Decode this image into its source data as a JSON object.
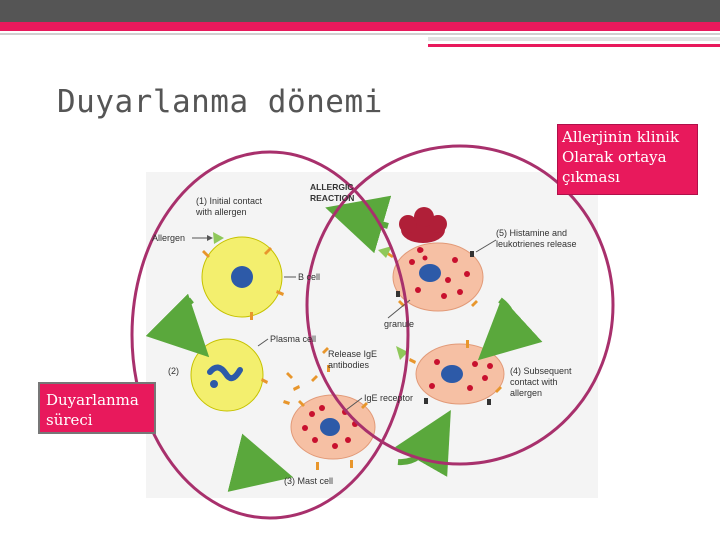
{
  "slide": {
    "title": "Duyarlanma dönemi",
    "callout_right": [
      "Allerjinin klinik",
      "Olarak ortaya",
      "çıkması"
    ],
    "callout_left": [
      "Duyarlanma",
      "süreci"
    ]
  },
  "diagram": {
    "labels": {
      "initial_contact": [
        "(1) Initial contact",
        "with allergen"
      ],
      "allergic_reaction": [
        "ALLERGIC",
        "REACTION"
      ],
      "histamine": [
        "(5) Histamine and",
        "leukotrienes release"
      ],
      "allergen": "Allergen",
      "b_cell": "B cell",
      "granule": "granule",
      "plasma_cell": "Plasma cell",
      "release_ige": [
        "Release IgE",
        "antibodies"
      ],
      "step2": "(2)",
      "subsequent": [
        "(4) Subsequent",
        "contact with",
        "allergen"
      ],
      "ige_receptor": "IgE receptor",
      "mast_cell": "(3) Mast cell"
    },
    "colors": {
      "accent": "#e8195c",
      "ring": "#a8306c",
      "b_cell": "#f3ef6e",
      "mast_cell": "#f6c0a4",
      "nucleus": "#2d5aa8",
      "granule": "#c8102e",
      "antibody": "#e8962c",
      "allergen": "#8fc85a",
      "arrow": "#5aa83c"
    }
  }
}
